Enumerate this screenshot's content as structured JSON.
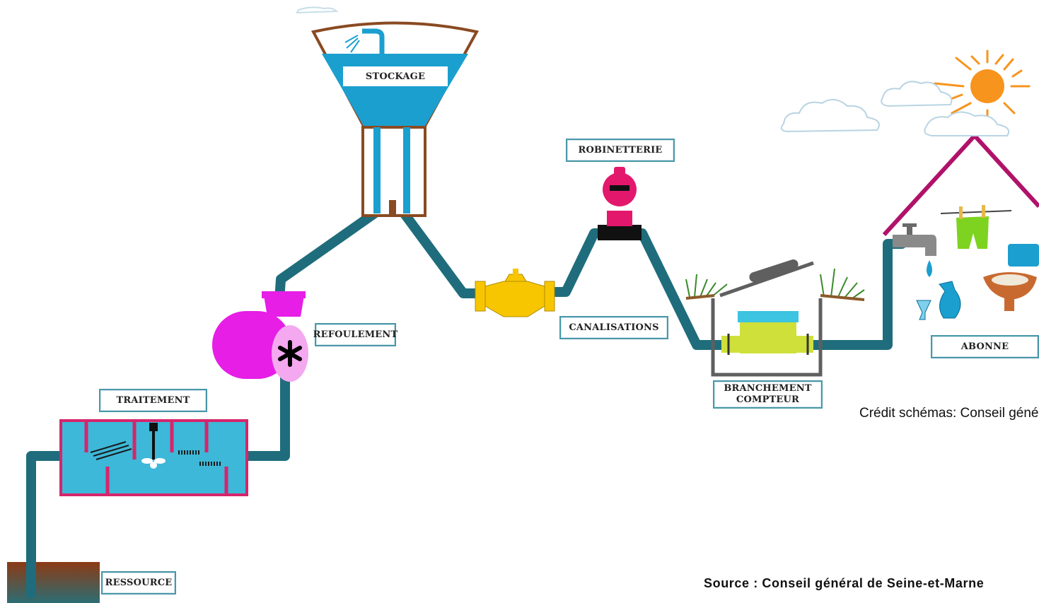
{
  "labels": {
    "stockage": "STOCKAGE",
    "robinetterie": "ROBINETTERIE",
    "refoulement": "REFOULEMENT",
    "canalisations": "CANALISATIONS",
    "traitement": "TRAITEMENT",
    "branchement_line1": "BRANCHEMENT",
    "branchement_line2": "COMPTEUR",
    "abonne": "ABONNE",
    "ressource": "RESSOURCE"
  },
  "credit": "Crédit schémas:  Conseil général de Seine-et-Marne",
  "source": "Source : Conseil général de Seine-et-Marne",
  "colors": {
    "pipe": "#1f6d7c",
    "water": "#1b9fcf",
    "tower_frame": "#8a4a22",
    "pump": "#e61ee6",
    "treatment_border": "#d6256c",
    "valve": "#f7c600",
    "hydrant": "#e3186d",
    "meter": "#cfe03a",
    "house_roof": "#b0126a",
    "sun": "#f7941d",
    "ground": "#8c3a14"
  },
  "icons": [
    "water-tower",
    "pump",
    "treatment-tank",
    "gate-valve",
    "hydrant-valve",
    "water-meter",
    "house",
    "sun",
    "cloud",
    "faucet",
    "clothesline",
    "sink"
  ]
}
